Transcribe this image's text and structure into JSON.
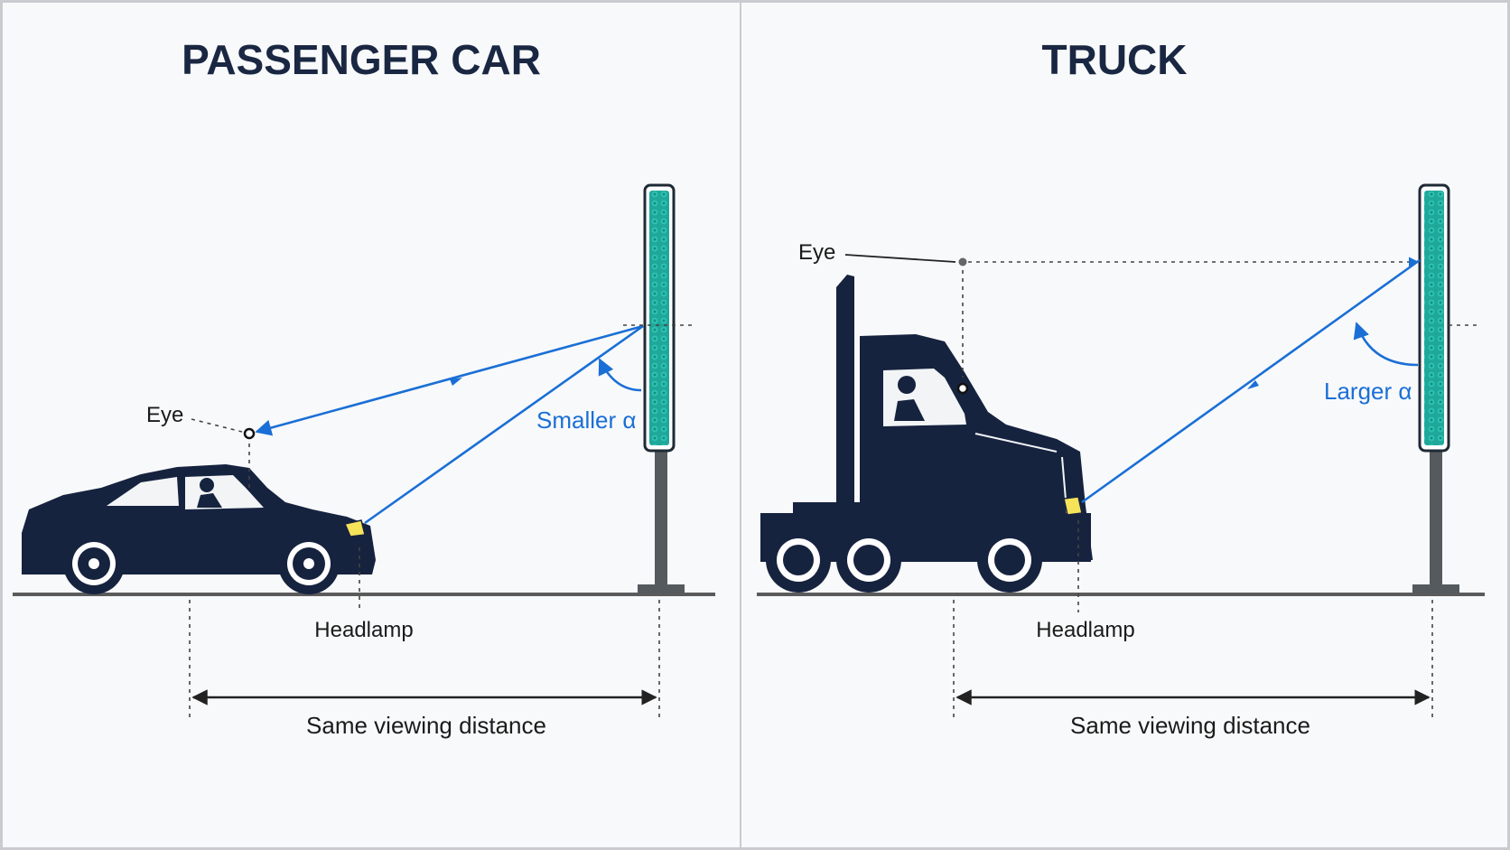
{
  "left_panel": {
    "title": "PASSENGER CAR",
    "eye_label": "Eye",
    "headlamp_label": "Headlamp",
    "angle_label": "Smaller α",
    "distance_label": "Same viewing distance"
  },
  "right_panel": {
    "title": "TRUCK",
    "eye_label": "Eye",
    "headlamp_label": "Headlamp",
    "angle_label": "Larger α",
    "distance_label": "Same viewing distance"
  },
  "colors": {
    "vehicle": "#16233f",
    "ray": "#1a6fd6",
    "sign_reflective": "#1fa89a",
    "headlamp": "#f5e35a"
  }
}
